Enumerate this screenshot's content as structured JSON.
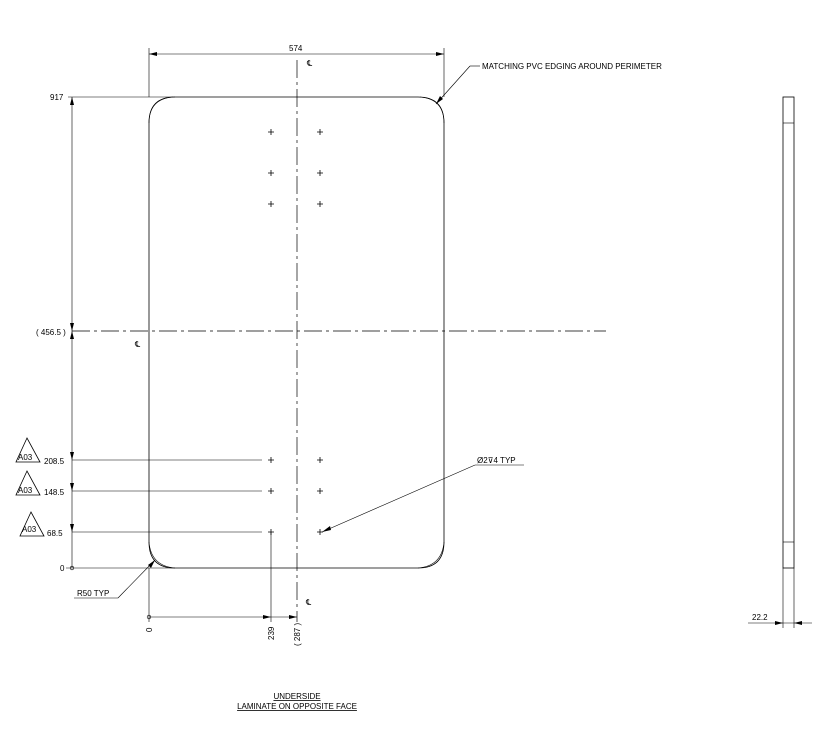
{
  "drawing": {
    "width_label": "574",
    "height_label": "917",
    "mid_height_label": "( 456.5 )",
    "centerline_symbol": "℄",
    "edging_note": "MATCHING PVC EDGING AROUND PERIMETER",
    "hole_note": "Ø2⊽4 TYP",
    "radius_note": "R50 TYP",
    "dims_vertical": [
      "208.5",
      "148.5",
      "68.5",
      "0"
    ],
    "dims_horizontal": [
      "0",
      "239",
      "( 287 )"
    ],
    "tags": [
      "A03",
      "A03",
      "A03"
    ],
    "side_thickness_label": "22.2",
    "caption_line1": "UNDERSIDE",
    "caption_line2": "LAMINATE ON OPPOSITE FACE"
  }
}
